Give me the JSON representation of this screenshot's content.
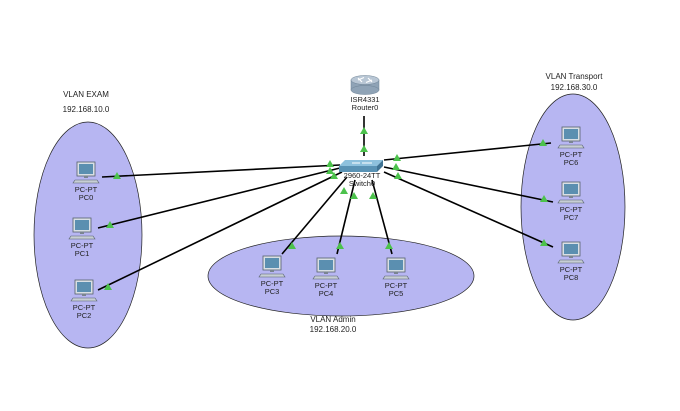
{
  "colors": {
    "vlan_fill": "#b7b6f2",
    "vlan_stroke": "#222222",
    "link": "#000000",
    "port_up": "#4cc24c",
    "router_body": "#b8c6d4",
    "switch_body": "#5a93b5",
    "pc_screen": "#5b8fb0"
  },
  "vlans": [
    {
      "id": "exam",
      "name": "VLAN EXAM",
      "subnet": "192.168.10.0"
    },
    {
      "id": "admin",
      "name": "VLAN Admin",
      "subnet": "192.168.20.0"
    },
    {
      "id": "transport",
      "name": "VLAN Transport",
      "subnet": "192.168.30.0"
    }
  ],
  "router": {
    "model": "ISR4331",
    "name": "Router0",
    "icon": "router-icon"
  },
  "switch": {
    "model": "2960-24TT",
    "name": "Switch0",
    "icon": "switch-icon"
  },
  "pcs": [
    {
      "type": "PC-PT",
      "name": "PC0",
      "vlan": "exam"
    },
    {
      "type": "PC-PT",
      "name": "PC1",
      "vlan": "exam"
    },
    {
      "type": "PC-PT",
      "name": "PC2",
      "vlan": "exam"
    },
    {
      "type": "PC-PT",
      "name": "PC3",
      "vlan": "admin"
    },
    {
      "type": "PC-PT",
      "name": "PC4",
      "vlan": "admin"
    },
    {
      "type": "PC-PT",
      "name": "PC5",
      "vlan": "admin"
    },
    {
      "type": "PC-PT",
      "name": "PC6",
      "vlan": "transport"
    },
    {
      "type": "PC-PT",
      "name": "PC7",
      "vlan": "transport"
    },
    {
      "type": "PC-PT",
      "name": "PC8",
      "vlan": "transport"
    }
  ]
}
